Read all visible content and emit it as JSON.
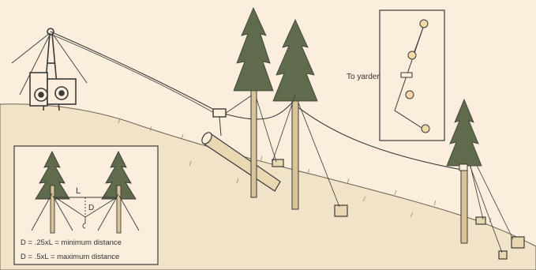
{
  "diagram": {
    "labels": {
      "to_yarder": "To yarder",
      "span": "L",
      "deflection": "D"
    },
    "formulas": [
      "D = .25xL = minimum distance",
      "D = .5xL = maximum distance"
    ],
    "colors": {
      "background": "#fbeedd",
      "ink": "#3a3a3a",
      "hillside": "#e8d8b8",
      "tree": "#5f6b4a",
      "accent": "#d9c49a"
    }
  }
}
